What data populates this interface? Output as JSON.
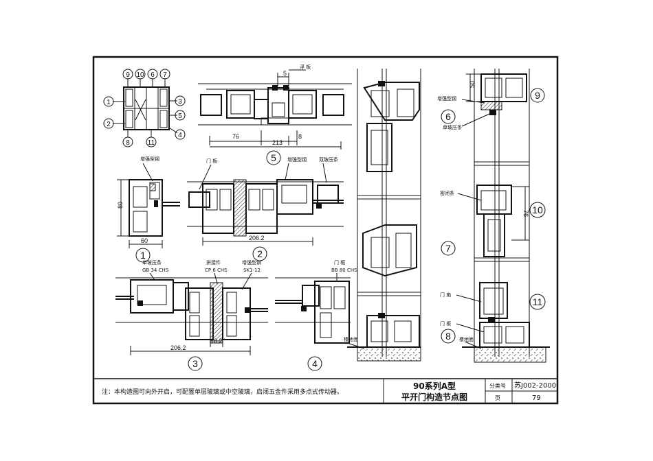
{
  "detail_labels": {
    "float_sash": "浮 板",
    "reinforcing_steel": "增强型钢",
    "door_sash": "门 板",
    "double_glass_bead": "双玻压条",
    "single_glass_bead": "单玻压条",
    "single_glass_bead_code": "GB 34 CHS",
    "connector": "拼接件",
    "connector_code": "CP 6 CHS",
    "reinforcing_steel_code": "SK1-12",
    "door_frame": "门 框",
    "door_frame_code": "BB 80 CHS",
    "seal_strip": "密闭条",
    "door_leaf": "门 扇",
    "door_sash_2": "门 板",
    "floor_slab": "楼地面",
    "floor_slab_2": "楼地面",
    "reinforcing_steel_right": "增强型钢",
    "single_glass_bead_right": "单玻压条"
  },
  "dimensions": {
    "d5": "5",
    "d76": "76",
    "d213": "213",
    "d8": "8",
    "d80": "80",
    "d60": "60",
    "d206_2_a": "206.2",
    "d206_2_b": "206.2",
    "d10_2": "10.2",
    "d50": "50",
    "d76_v": "76"
  },
  "callouts": {
    "c1": "1",
    "c2": "2",
    "c3": "3",
    "c4": "4",
    "c5": "5",
    "c6": "6",
    "c7": "7",
    "c8": "8",
    "c9": "9",
    "c10": "10",
    "c11": "11",
    "sec1": "1",
    "sec2": "2",
    "sec3": "3",
    "sec4": "4",
    "sec5": "5",
    "sec6": "6",
    "sec7": "7",
    "sec8": "8",
    "sec9": "9",
    "sec10": "10",
    "sec11": "11"
  },
  "title_block": {
    "note": "注：本构造图可向外开启，可配置单层玻璃或中空玻璃，启闭五金件采用多点式传动器。",
    "title_line1": "90系列A型",
    "title_line2": "平开门构造节点图",
    "category_label": "分类号",
    "category_value": "苏J002-2000",
    "page_label": "页",
    "page_value": "79"
  }
}
